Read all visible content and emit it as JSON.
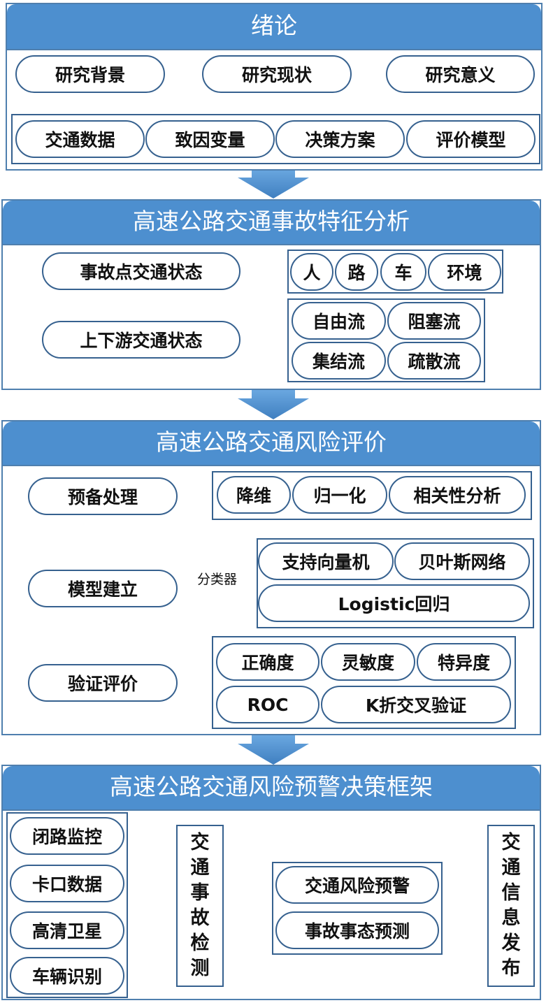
{
  "s1": {
    "title": "绪论",
    "row1": [
      "研究背景",
      "研究现状",
      "研究意义"
    ],
    "row2": [
      "交通数据",
      "致因变量",
      "决策方案",
      "评价模型"
    ]
  },
  "s2": {
    "title": "高速公路交通事故特征分析",
    "left": [
      "事故点交通状态",
      "上下游交通状态"
    ],
    "factors": [
      "人",
      "路",
      "车",
      "环境"
    ],
    "flows": [
      "自由流",
      "阻塞流",
      "集结流",
      "疏散流"
    ]
  },
  "s3": {
    "title": "高速公路交通风险评价",
    "left": [
      "预备处理",
      "模型建立",
      "验证评价"
    ],
    "pre": [
      "降维",
      "归一化",
      "相关性分析"
    ],
    "classifier_label": "分类器",
    "models": [
      "支持向量机",
      "贝叶斯网络",
      "Logistic回归"
    ],
    "metrics": [
      "正确度",
      "灵敏度",
      "特异度",
      "ROC",
      "K折交叉验证"
    ]
  },
  "s4": {
    "title": "高速公路交通风险预警决策框架",
    "sources": [
      "闭路监控",
      "卡口数据",
      "高清卫星",
      "车辆识别"
    ],
    "detect": [
      "交",
      "通",
      "事",
      "故",
      "检",
      "测"
    ],
    "mid": [
      "交通风险预警",
      "事故事态预测"
    ],
    "publish": [
      "交",
      "通",
      "信",
      "息",
      "发",
      "布"
    ]
  },
  "colors": {
    "header": "#4d8fcf",
    "border": "#36618f",
    "arrow": "#4a8bcb"
  }
}
